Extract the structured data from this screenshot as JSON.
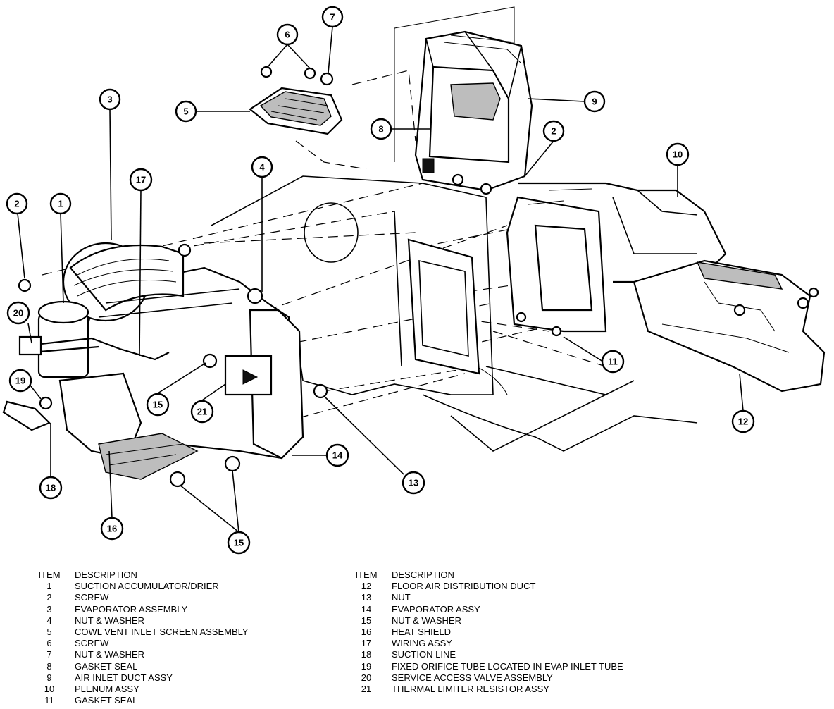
{
  "legend": {
    "item_header": "ITEM",
    "description_header": "DESCRIPTION",
    "left": [
      {
        "item": "1",
        "description": "SUCTION ACCUMULATOR/DRIER"
      },
      {
        "item": "2",
        "description": "SCREW"
      },
      {
        "item": "3",
        "description": "EVAPORATOR ASSEMBLY"
      },
      {
        "item": "4",
        "description": "NUT & WASHER"
      },
      {
        "item": "5",
        "description": "COWL VENT INLET SCREEN ASSEMBLY"
      },
      {
        "item": "6",
        "description": "SCREW"
      },
      {
        "item": "7",
        "description": "NUT & WASHER"
      },
      {
        "item": "8",
        "description": "GASKET SEAL"
      },
      {
        "item": "9",
        "description": "AIR INLET DUCT ASSY"
      },
      {
        "item": "10",
        "description": "PLENUM ASSY"
      },
      {
        "item": "11",
        "description": "GASKET SEAL"
      }
    ],
    "right": [
      {
        "item": "12",
        "description": "FLOOR AIR DISTRIBUTION DUCT"
      },
      {
        "item": "13",
        "description": "NUT"
      },
      {
        "item": "14",
        "description": "EVAPORATOR ASSY"
      },
      {
        "item": "15",
        "description": "NUT & WASHER"
      },
      {
        "item": "16",
        "description": "HEAT SHIELD"
      },
      {
        "item": "17",
        "description": "WIRING ASSY"
      },
      {
        "item": "18",
        "description": "SUCTION LINE"
      },
      {
        "item": "19",
        "description": "FIXED ORIFICE TUBE LOCATED IN EVAP INLET TUBE"
      },
      {
        "item": "20",
        "description": "SERVICE ACCESS VALVE ASSEMBLY"
      },
      {
        "item": "21",
        "description": "THERMAL LIMITER RESISTOR ASSY"
      }
    ]
  },
  "callouts": {
    "c1": "1",
    "c2a": "2",
    "c2b": "2",
    "c3": "3",
    "c4": "4",
    "c5": "5",
    "c6": "6",
    "c7": "7",
    "c8": "8",
    "c9": "9",
    "c10": "10",
    "c11": "11",
    "c12": "12",
    "c13": "13",
    "c14": "14",
    "c15a": "15",
    "c15b": "15",
    "c16": "16",
    "c17": "17",
    "c18": "18",
    "c19": "19",
    "c20": "20",
    "c21": "21"
  }
}
